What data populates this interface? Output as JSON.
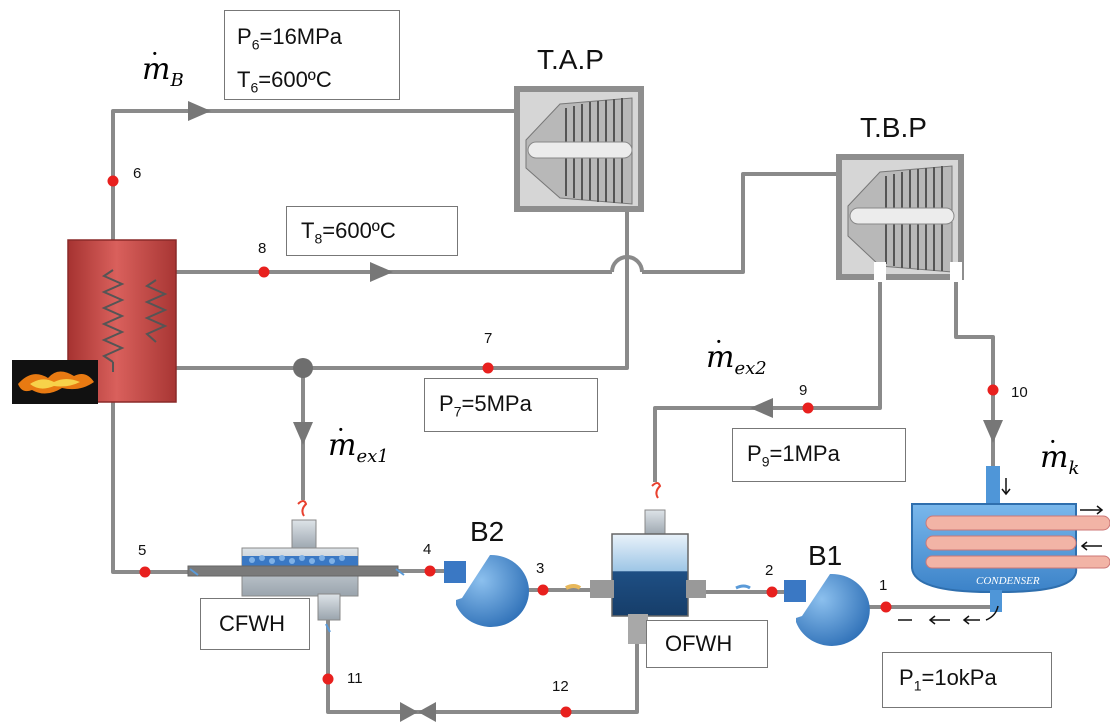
{
  "labels": {
    "turbine_hp": "T.A.P",
    "turbine_lp": "T.B.P",
    "pump_b1": "B1",
    "pump_b2": "B2",
    "cfwh": "CFWH",
    "ofwh": "OFWH",
    "condenser": "CONDENSER"
  },
  "mass_flows": {
    "boiler": {
      "symbol": "m",
      "sub": "B"
    },
    "extraction1": {
      "symbol": "m",
      "sub": "ex1"
    },
    "extraction2": {
      "symbol": "m",
      "sub": "ex2"
    },
    "condenser": {
      "symbol": "m",
      "sub": "k"
    }
  },
  "conditions": {
    "p6": {
      "name": "P",
      "sub": "6",
      "value": "=16MPa"
    },
    "t6": {
      "name": "T",
      "sub": "6",
      "value": "=600ºC"
    },
    "t8": {
      "name": "T",
      "sub": "8",
      "value": "=600ºC"
    },
    "p7": {
      "name": "P",
      "sub": "7",
      "value": "=5MPa"
    },
    "p9": {
      "name": "P",
      "sub": "9",
      "value": "=1MPa"
    },
    "p1": {
      "name": "P",
      "sub": "1",
      "value": "=1okPa"
    }
  },
  "state_points": [
    "1",
    "2",
    "3",
    "4",
    "5",
    "6",
    "7",
    "8",
    "9",
    "10",
    "11",
    "12"
  ],
  "colors": {
    "pipe": "#8a8a8a",
    "state_dot": "#e8201e",
    "boiler": "#c94a48",
    "pump": "#3a7cc2",
    "turbine_casing": "#8e8e8e",
    "condenser_body": "#4f96d8"
  }
}
